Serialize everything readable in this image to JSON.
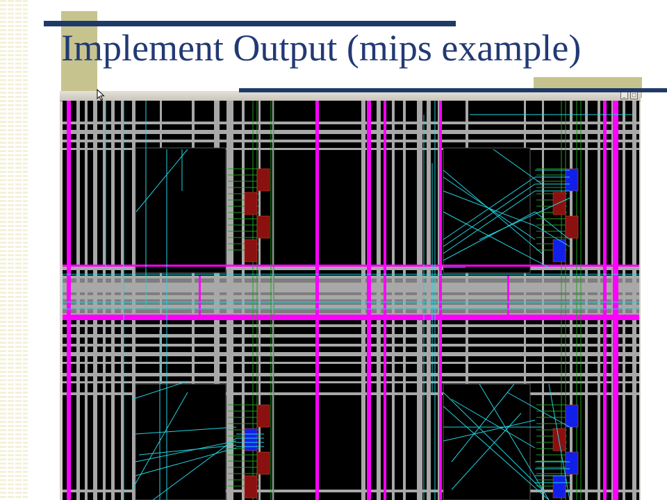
{
  "slide": {
    "title": "Implement Output (mips example)"
  },
  "window": {
    "buttons": [
      {
        "name": "minimize",
        "glyph": "_"
      },
      {
        "name": "maximize",
        "glyph": "□"
      }
    ]
  },
  "colors": {
    "title": "#223a74",
    "accent_navy": "#1f3a68",
    "accent_olive": "#c7c38e",
    "canvas_background": "#000000",
    "routing_gray": "#a8a8a8",
    "power_magenta": "#ff00ff",
    "net_cyan": "#22d3e0",
    "net_green": "#1fa01f",
    "cell_red": "#8b1010",
    "cell_blue": "#1020e8"
  },
  "icons": [
    "mouse-pointer-icon",
    "window-minimize-icon",
    "window-maximize-icon"
  ]
}
